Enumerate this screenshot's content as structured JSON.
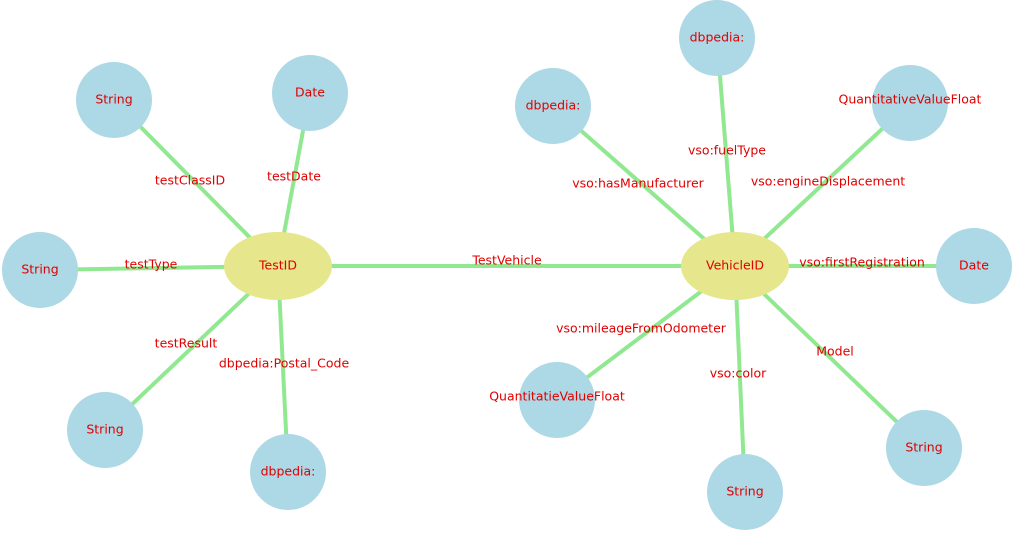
{
  "colors": {
    "edge": "#90e890",
    "circle_node": "#add8e6",
    "ellipse_node": "#e6e68c",
    "label": "#e00000"
  },
  "nodes": [
    {
      "id": "testid",
      "label": "TestID",
      "shape": "ellipse"
    },
    {
      "id": "vehicleid",
      "label": "VehicleID",
      "shape": "ellipse"
    },
    {
      "id": "string-classid",
      "label": "String",
      "shape": "circle"
    },
    {
      "id": "date-test",
      "label": "Date",
      "shape": "circle"
    },
    {
      "id": "string-type",
      "label": "String",
      "shape": "circle"
    },
    {
      "id": "string-result",
      "label": "String",
      "shape": "circle"
    },
    {
      "id": "dbpedia-postal",
      "label": "dbpedia:",
      "shape": "circle"
    },
    {
      "id": "dbpedia-manufacturer",
      "label": "dbpedia:",
      "shape": "circle"
    },
    {
      "id": "dbpedia-fuel",
      "label": "dbpedia:",
      "shape": "circle"
    },
    {
      "id": "qv-displacement",
      "label": "QuantitativeValueFloat",
      "shape": "circle"
    },
    {
      "id": "date-registration",
      "label": "Date",
      "shape": "circle"
    },
    {
      "id": "string-model",
      "label": "String",
      "shape": "circle"
    },
    {
      "id": "string-color",
      "label": "String",
      "shape": "circle"
    },
    {
      "id": "qv-mileage",
      "label": "QuantitatieValueFloat",
      "shape": "circle"
    }
  ],
  "edges": [
    {
      "source": "testid",
      "target": "string-classid",
      "label": "testClassID"
    },
    {
      "source": "testid",
      "target": "date-test",
      "label": "testDate"
    },
    {
      "source": "testid",
      "target": "string-type",
      "label": "testType"
    },
    {
      "source": "testid",
      "target": "string-result",
      "label": "testResult"
    },
    {
      "source": "testid",
      "target": "dbpedia-postal",
      "label": "dbpedia:Postal_Code"
    },
    {
      "source": "testid",
      "target": "vehicleid",
      "label": "TestVehicle"
    },
    {
      "source": "vehicleid",
      "target": "dbpedia-manufacturer",
      "label": "vso:hasManufacturer"
    },
    {
      "source": "vehicleid",
      "target": "dbpedia-fuel",
      "label": "vso:fuelType"
    },
    {
      "source": "vehicleid",
      "target": "qv-displacement",
      "label": "vso:engineDisplacement"
    },
    {
      "source": "vehicleid",
      "target": "date-registration",
      "label": "vso:firstRegistration"
    },
    {
      "source": "vehicleid",
      "target": "string-model",
      "label": "Model"
    },
    {
      "source": "vehicleid",
      "target": "string-color",
      "label": "vso:color"
    },
    {
      "source": "vehicleid",
      "target": "qv-mileage",
      "label": "vso:mileageFromOdometer"
    }
  ]
}
